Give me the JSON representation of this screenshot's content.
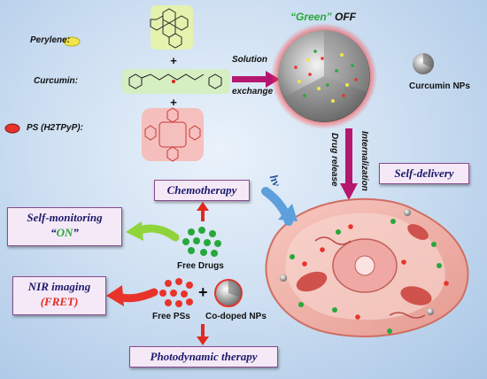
{
  "reagents": {
    "perylene": "Perylene:",
    "curcumin": "Curcumin:",
    "ps": "PS (H2TPyP):"
  },
  "process": {
    "solution_exchange_line1": "Solution",
    "solution_exchange_line2": "exchange",
    "nanoparticle_caption": "Curcumin NPs",
    "green_prefix": "“Green”",
    "green_suffix": " OFF",
    "internalization": "Internalization",
    "drug_release": "Drug release",
    "hv": "hν"
  },
  "boxes": {
    "self_delivery": "Self-delivery",
    "chemotherapy": "Chemotherapy",
    "self_monitoring": "Self-monitoring",
    "on_open": "“",
    "on_word": "ON",
    "on_close": "”",
    "nir_imaging": "NIR imaging",
    "fret": "(FRET)",
    "photodynamic": "Photodynamic therapy"
  },
  "species": {
    "free_drugs": "Free Drugs",
    "free_ps": "Free PSs",
    "plus": "+",
    "codoped": "Co-doped NPs"
  },
  "colors": {
    "perylene": "#f0e64a",
    "curcumin_green": "#27a83a",
    "ps_red": "#e8332b",
    "arrow_magenta": "#b5176f",
    "box_fill": "#f6e9f7",
    "cell_pink": "#f3b9b2"
  }
}
